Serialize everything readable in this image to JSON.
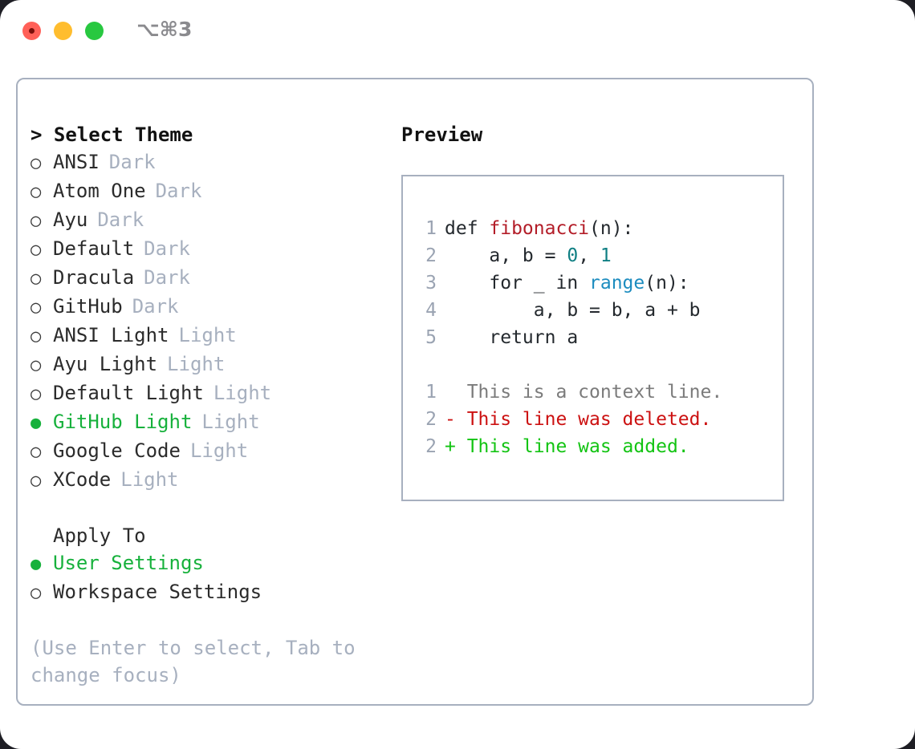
{
  "window": {
    "shortcut": "⌥⌘3",
    "traffic_lights": [
      "close-red",
      "minimize-yellow",
      "maximize-green"
    ]
  },
  "theme_list": {
    "header": "> Select Theme",
    "items": [
      {
        "marker": "○",
        "label": "ANSI",
        "badge": "Dark",
        "selected": false
      },
      {
        "marker": "○",
        "label": "Atom One",
        "badge": "Dark",
        "selected": false
      },
      {
        "marker": "○",
        "label": "Ayu",
        "badge": "Dark",
        "selected": false
      },
      {
        "marker": "○",
        "label": "Default",
        "badge": "Dark",
        "selected": false
      },
      {
        "marker": "○",
        "label": "Dracula",
        "badge": "Dark",
        "selected": false
      },
      {
        "marker": "○",
        "label": "GitHub",
        "badge": "Dark",
        "selected": false
      },
      {
        "marker": "○",
        "label": "ANSI Light",
        "badge": "Light",
        "selected": false
      },
      {
        "marker": "○",
        "label": "Ayu Light",
        "badge": "Light",
        "selected": false
      },
      {
        "marker": "○",
        "label": "Default Light",
        "badge": "Light",
        "selected": false
      },
      {
        "marker": "●",
        "label": "GitHub Light",
        "badge": "Light",
        "selected": true
      },
      {
        "marker": "○",
        "label": "Google Code",
        "badge": "Light",
        "selected": false
      },
      {
        "marker": "○",
        "label": "XCode",
        "badge": "Light",
        "selected": false
      }
    ]
  },
  "apply_to": {
    "header": "Apply To",
    "items": [
      {
        "marker": "●",
        "label": "User Settings",
        "badge": "",
        "selected": true
      },
      {
        "marker": "○",
        "label": "Workspace Settings",
        "badge": "",
        "selected": false
      }
    ]
  },
  "hint": "(Use Enter to select, Tab to change focus)",
  "preview": {
    "title": "Preview",
    "code_lines": [
      {
        "num": "1",
        "tokens": [
          {
            "t": "def ",
            "c": "tok-plain"
          },
          {
            "t": "fibonacci",
            "c": "tok-fn"
          },
          {
            "t": "(n):",
            "c": "tok-plain"
          }
        ]
      },
      {
        "num": "2",
        "tokens": [
          {
            "t": "    a, b = ",
            "c": "tok-plain"
          },
          {
            "t": "0",
            "c": "tok-num"
          },
          {
            "t": ", ",
            "c": "tok-plain"
          },
          {
            "t": "1",
            "c": "tok-num"
          }
        ]
      },
      {
        "num": "3",
        "tokens": [
          {
            "t": "    for _ in ",
            "c": "tok-plain"
          },
          {
            "t": "range",
            "c": "tok-builtin"
          },
          {
            "t": "(n):",
            "c": "tok-plain"
          }
        ]
      },
      {
        "num": "4",
        "tokens": [
          {
            "t": "        a, b = b, a + b",
            "c": "tok-plain"
          }
        ]
      },
      {
        "num": "5",
        "tokens": [
          {
            "t": "    return a",
            "c": "tok-plain"
          }
        ]
      }
    ],
    "diff_lines": [
      {
        "num": "1",
        "tokens": [
          {
            "t": "  This is a context line.",
            "c": "tok-ctx"
          }
        ]
      },
      {
        "num": "2",
        "tokens": [
          {
            "t": "- This line was deleted.",
            "c": "tok-del"
          }
        ]
      },
      {
        "num": "2",
        "tokens": [
          {
            "t": "+ This line was added.",
            "c": "tok-add"
          }
        ]
      }
    ]
  },
  "colors": {
    "accent_green": "#17b13c",
    "muted": "#a7b0bf",
    "text": "#2b2b2b",
    "border": "#a7b0bf",
    "fn_red": "#b31d28",
    "number_teal": "#0f7f83",
    "builtin_blue": "#1c8cbf",
    "diff_add": "#13c413",
    "diff_del": "#cc1111",
    "traffic_red": "#ff6058",
    "traffic_yellow": "#ffbd2e",
    "traffic_green": "#28c840"
  }
}
